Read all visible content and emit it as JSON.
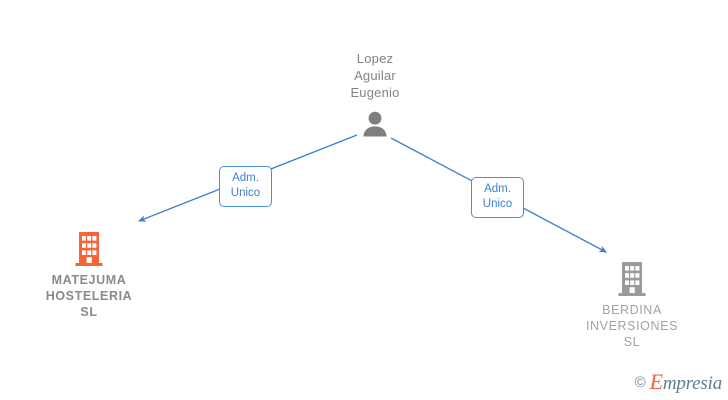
{
  "diagram": {
    "type": "org-relationship-graph",
    "background_color": "#ffffff",
    "edge_color": "#3e7fd0",
    "nodes": [
      {
        "id": "person-root",
        "kind": "person",
        "label": "Lopez\nAguilar\nEugenio",
        "icon": "person-icon",
        "icon_color": "#7f7f7f"
      },
      {
        "id": "company-left",
        "kind": "company",
        "label": "MATEJUMA\nHOSTELERIA\nSL",
        "icon": "building-icon",
        "icon_color": "#f4663a",
        "text_color": "#8a8a8a",
        "emphasis": "bold"
      },
      {
        "id": "company-right",
        "kind": "company",
        "label": "BERDINA\nINVERSIONES\nSL",
        "icon": "building-icon",
        "icon_color": "#9a9a9a",
        "text_color": "#a3a3a3",
        "emphasis": "normal"
      }
    ],
    "edges": [
      {
        "id": "edge-left",
        "from": "person-root",
        "to": "company-left",
        "label": "Adm.\nUnico",
        "arrow": true
      },
      {
        "id": "edge-right",
        "from": "person-root",
        "to": "company-right",
        "label": "Adm.\nUnico",
        "arrow": true
      }
    ]
  },
  "watermark": {
    "copyright_symbol": "©",
    "brand_initial": "E",
    "brand_rest": "mpresia",
    "initial_color": "#f4663a",
    "text_color": "#5b7e93"
  }
}
